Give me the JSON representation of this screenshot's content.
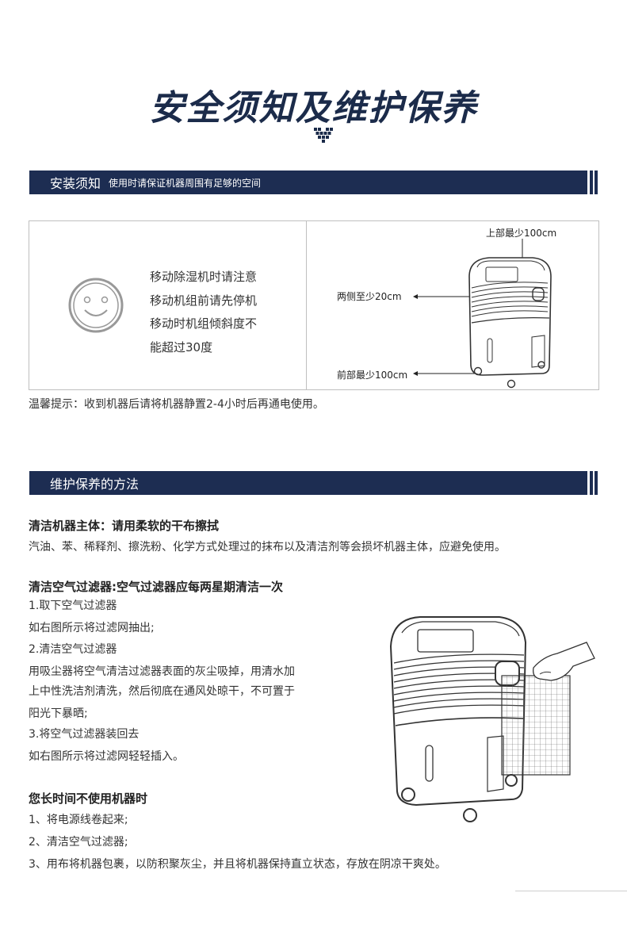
{
  "page_title": "安全须知及维护保养",
  "install": {
    "bar_title": "安装须知",
    "bar_subtitle": "使用时请保证机器周围有足够的空间",
    "notice_lines": [
      "移动除湿机时请注意",
      "移动机组前请先停机",
      "移动时机组倾斜度不",
      "能超过30度"
    ],
    "label_top": "上部最少100cm",
    "label_sides": "两侧至少20cm",
    "label_front": "前部最少100cm",
    "tip": "温馨提示：收到机器后请将机器静置2-4小时后再通电使用。"
  },
  "maintenance": {
    "bar_title": "维护保养的方法",
    "body_heading": "清洁机器主体：请用柔软的干布擦拭",
    "body_text": "汽油、苯、稀释剂、擦洗粉、化学方式处理过的抹布以及清洁剂等会损坏机器主体，应避免使用。",
    "filter_heading": "清洁空气过滤器:空气过滤器应每两星期清洁一次",
    "filter_lines": [
      "1.取下空气过滤器",
      "如右图所示将过滤网抽出;",
      "2.清洁空气过滤器",
      "用吸尘器将空气清洁过滤器表面的灰尘吸掉，用清水加",
      "上中性洗洁剂清洗，然后彻底在通风处晾干，不可置于",
      "阳光下暴晒;",
      "3.将空气过滤器装回去",
      "如右图所示将过滤网轻轻插入。"
    ],
    "storage_heading": "您长时间不使用机器时",
    "storage_lines": [
      "1、将电源线卷起来;",
      "2、清洁空气过滤器;",
      "3、用布将机器包裹，以防积聚灰尘，并且将机器保持直立状态，存放在阴凉干爽处。"
    ]
  }
}
